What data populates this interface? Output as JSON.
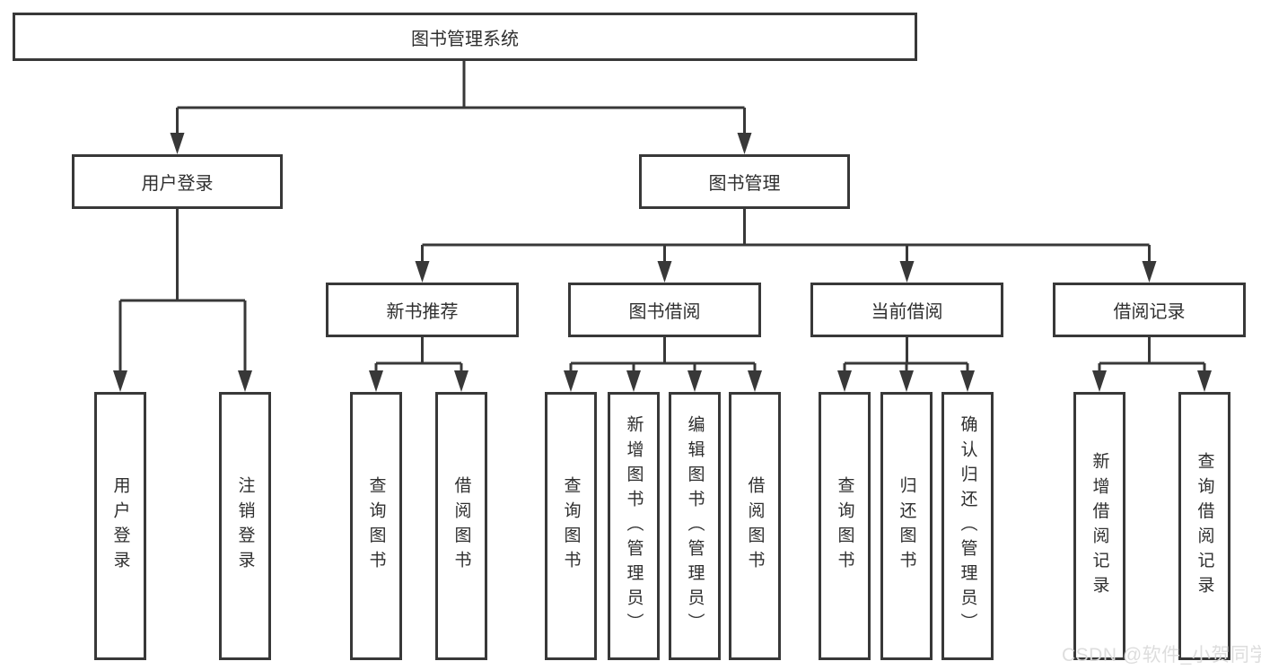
{
  "tree": {
    "root": "图书管理系统",
    "login": {
      "label": "用户登录",
      "children": [
        "用户登录",
        "注销登录"
      ]
    },
    "manage": {
      "label": "图书管理",
      "sections": [
        {
          "label": "新书推荐",
          "children": [
            "查询图书",
            "借阅图书"
          ]
        },
        {
          "label": "图书借阅",
          "children": [
            "查询图书",
            "新增图书（管理员）",
            "编辑图书（管理员）",
            "借阅图书"
          ]
        },
        {
          "label": "当前借阅",
          "children": [
            "查询图书",
            "归还图书",
            "确认归还（管理员）"
          ]
        },
        {
          "label": "借阅记录",
          "children": [
            "新增借阅记录",
            "查询借阅记录"
          ]
        }
      ]
    }
  },
  "watermark": "CSDN @软件_小贺同学",
  "colors": {
    "line": "#383838",
    "box_border": "#383838",
    "background": "#ffffff",
    "text": "#2f2f2f",
    "watermark": "#dbdbdb"
  }
}
